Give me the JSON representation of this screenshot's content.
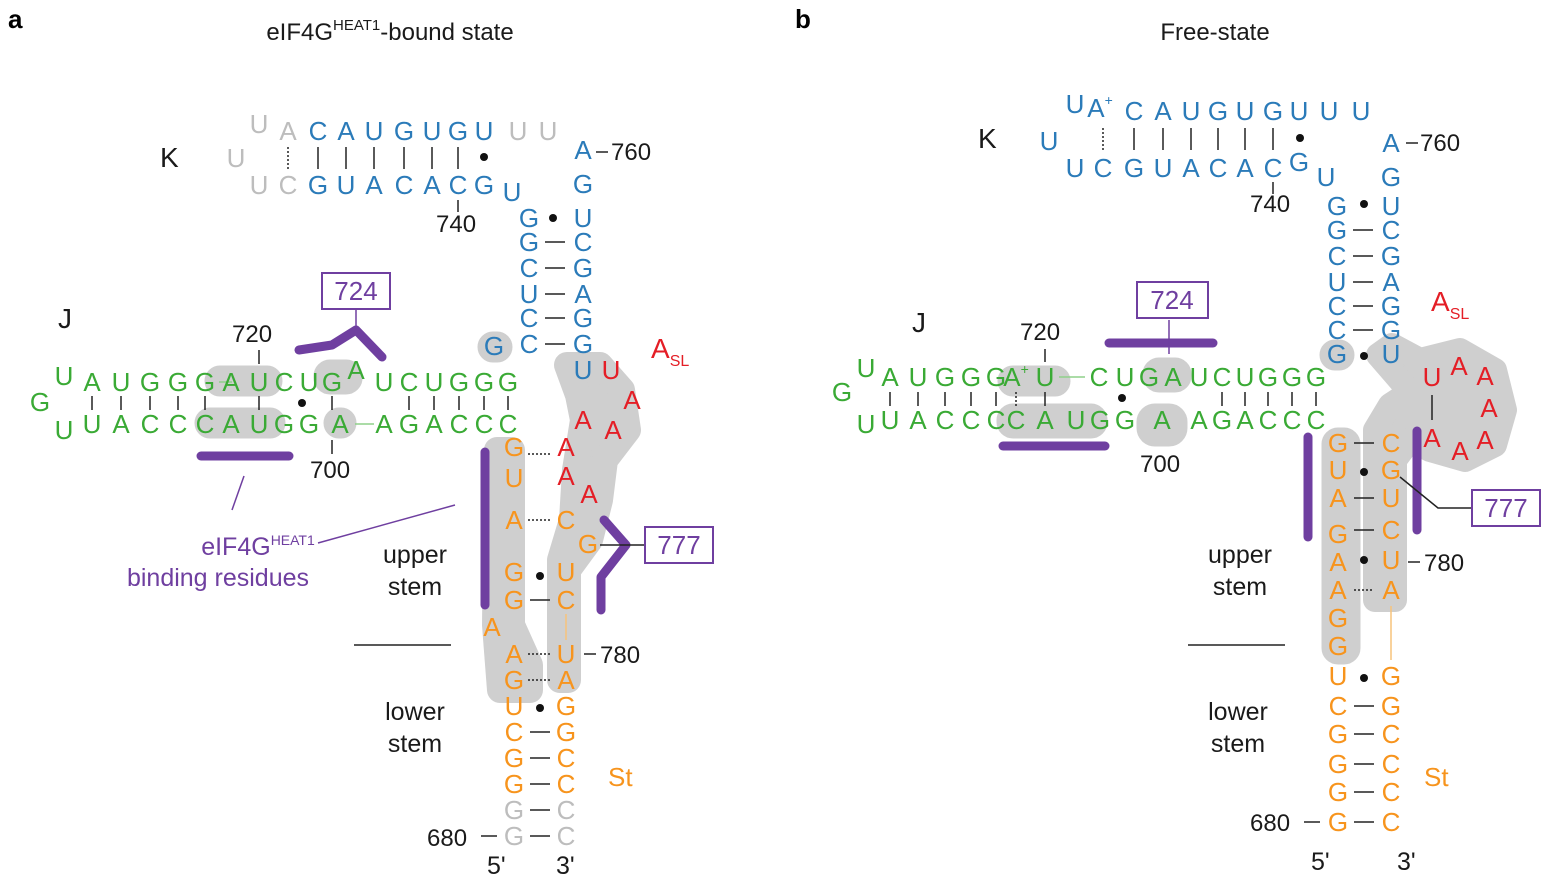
{
  "colors": {
    "green": "#3aaa35",
    "blue": "#2b7bb9",
    "orange": "#f7941d",
    "red": "#e41e26",
    "gray": "#bdbdbd",
    "purple": "#6f3fa0",
    "highlight": "#cfcfcf"
  },
  "panel_a": {
    "label": "a",
    "title_main": "eIF4G",
    "title_sup": "HEAT1",
    "title_rest": "-bound state",
    "domain_K": "K",
    "domain_J": "J",
    "domain_ASL_main": "A",
    "domain_ASL_sub": "SL",
    "domain_St": "St",
    "num_760": "760",
    "num_740": "740",
    "num_720": "720",
    "num_700": "700",
    "num_780": "780",
    "num_680": "680",
    "box_724": "724",
    "box_777": "777",
    "binding_main": "eIF4G",
    "binding_sup": "HEAT1",
    "binding_line2": "binding residues",
    "upper1": "upper",
    "upper2": "stem",
    "lower1": "lower",
    "lower2": "stem",
    "end5": "5'",
    "end3": "3'"
  },
  "panel_b": {
    "label": "b",
    "title": "Free-state",
    "domain_K": "K",
    "domain_J": "J",
    "domain_ASL_main": "A",
    "domain_ASL_sub": "SL",
    "domain_St": "St",
    "num_760": "760",
    "num_740": "740",
    "num_720": "720",
    "num_700": "700",
    "num_780": "780",
    "num_680": "680",
    "box_724": "724",
    "box_777": "777",
    "upper1": "upper",
    "upper2": "stem",
    "lower1": "lower",
    "lower2": "stem",
    "end5": "5'",
    "end3": "3'"
  }
}
